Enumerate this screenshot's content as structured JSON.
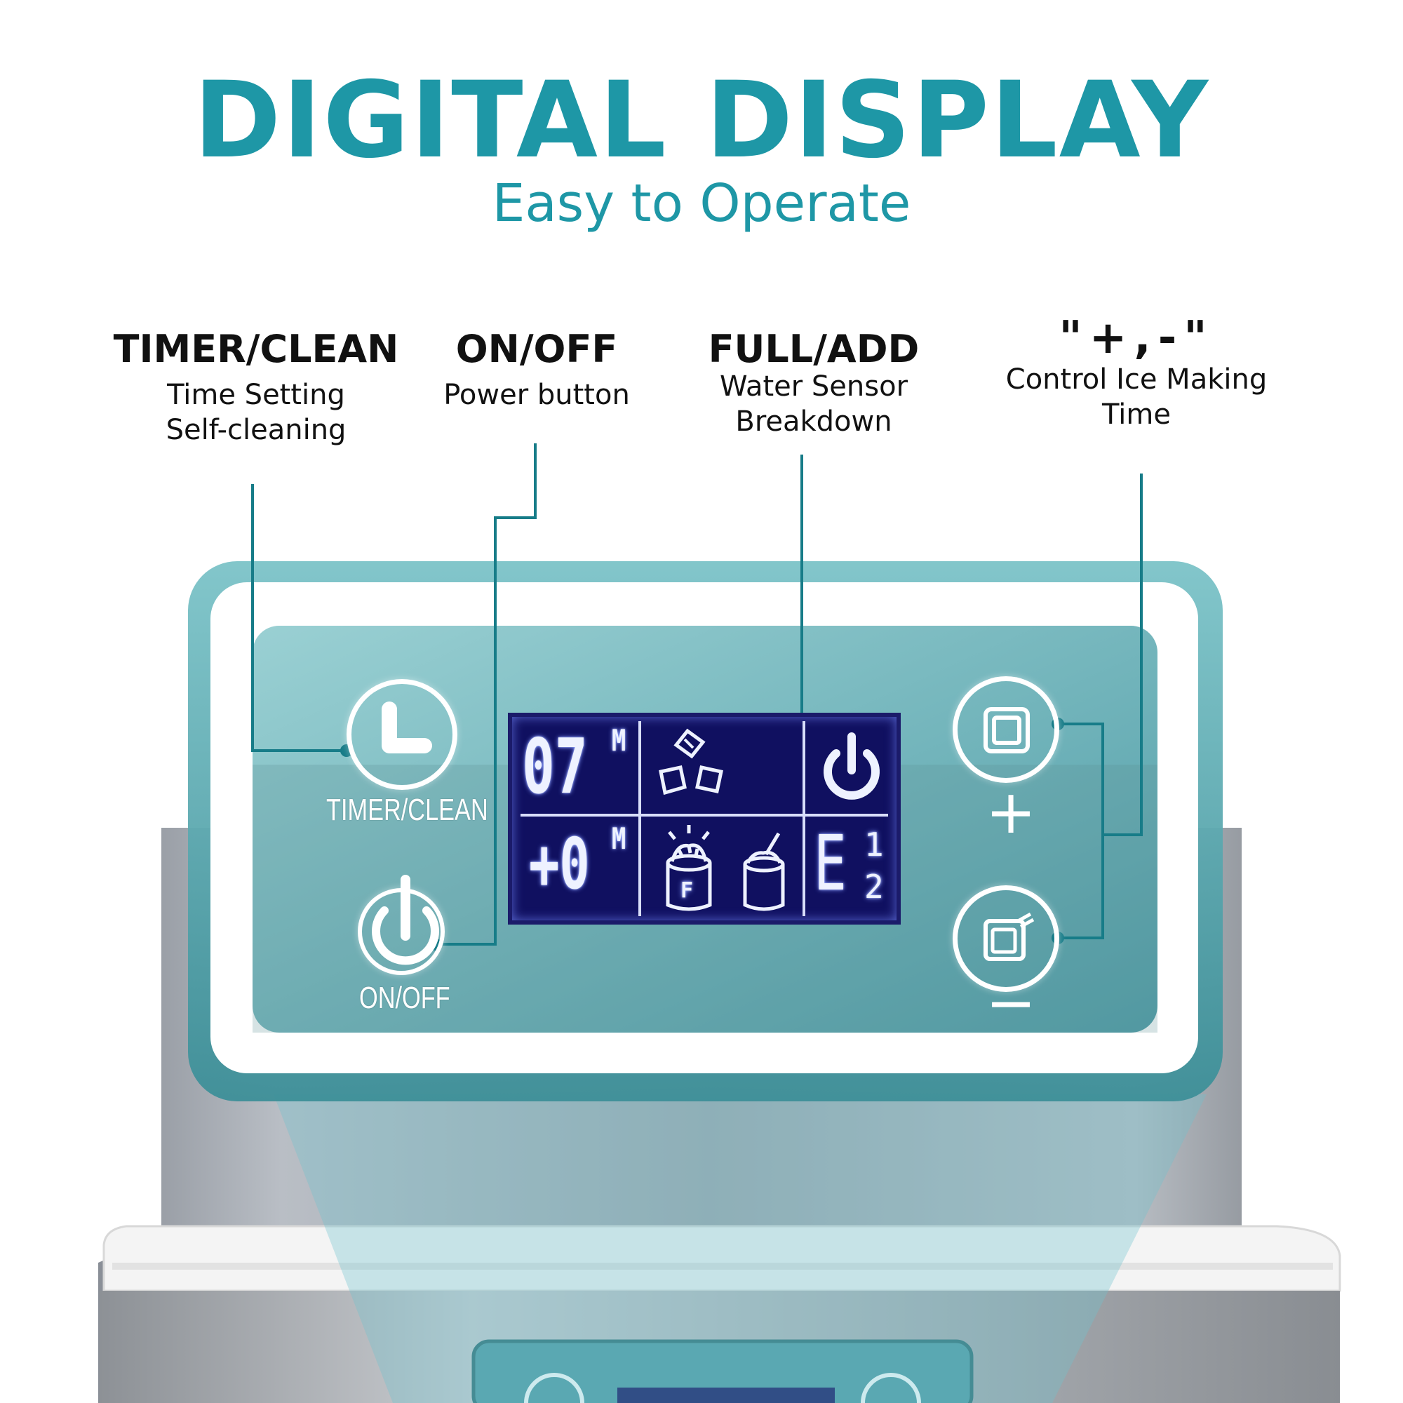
{
  "header": {
    "title": "DIGITAL DISPLAY",
    "subtitle": "Easy to Operate"
  },
  "callouts": [
    {
      "heading": "TIMER/CLEAN",
      "lines": [
        "Time Setting",
        "Self-cleaning"
      ]
    },
    {
      "heading": "ON/OFF",
      "lines": [
        "Power button"
      ]
    },
    {
      "heading": "FULL/ADD",
      "lines": [
        "Water Sensor",
        "Breakdown"
      ]
    },
    {
      "heading": "\"+,-\"",
      "lines": [
        "Control Ice Making",
        "Time"
      ]
    }
  ],
  "panel": {
    "timer_label": "TIMER/CLEAN",
    "onoff_label": "ON/OFF",
    "plus_symbol": "+",
    "minus_symbol": "−"
  },
  "lcd": {
    "timer_value": "07",
    "timer_unit": "M",
    "offset_value": "+0",
    "offset_unit": "M",
    "full_marker": "F",
    "error_letter": "E",
    "error_code_1": "1",
    "error_code_2": "2"
  },
  "colors": {
    "accent": "#1e97a6",
    "panel": "#5fb0b8",
    "lcd_bg": "#101060",
    "lcd_glow": "#7f95ff"
  }
}
